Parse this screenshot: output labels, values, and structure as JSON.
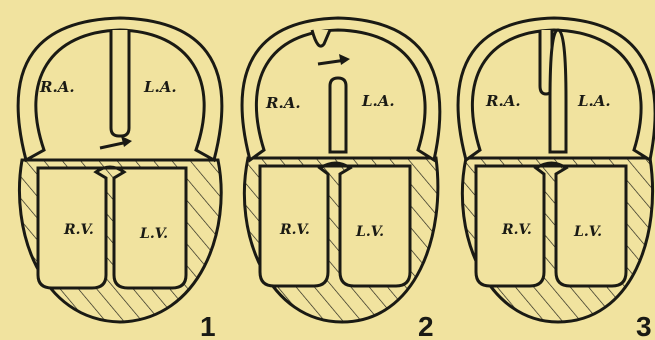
{
  "figure": {
    "background": "#f1e39f",
    "ink": "#1a1a14",
    "panels": [
      {
        "number": "1",
        "ra": "R.A.",
        "la": "L.A.",
        "rv": "R.V.",
        "lv": "L.V."
      },
      {
        "number": "2",
        "ra": "R.A.",
        "la": "L.A.",
        "rv": "R.V.",
        "lv": "L.V."
      },
      {
        "number": "3",
        "ra": "R.A.",
        "la": "L.A.",
        "rv": "R.V.",
        "lv": "L.V."
      }
    ]
  }
}
